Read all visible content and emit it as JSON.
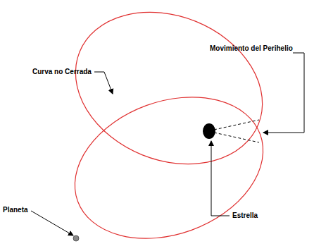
{
  "diagram": {
    "labels": [
      "Movimiento del Perihelio",
      "Curva no Cerrada",
      "Planeta",
      "Estrella"
    ]
  }
}
